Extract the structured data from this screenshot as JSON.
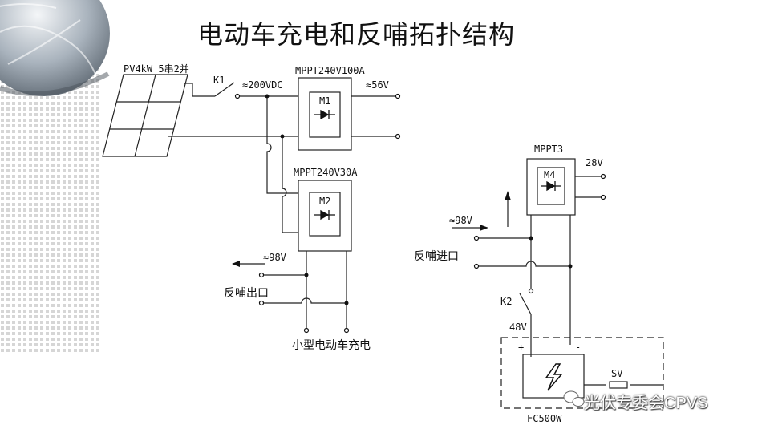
{
  "title": "电动车充电和反哺拓扑结构",
  "watermark": "光伏专委会CPVS",
  "labels": {
    "pv": "PV4kW 5串2并",
    "k1": "K1",
    "v200": "≈200VDC",
    "mppt1": "MPPT240V100A",
    "v56": "≈56V",
    "m1": "M1",
    "mppt2": "MPPT240V30A",
    "m2": "M2",
    "v98_left": "≈98V",
    "outlet": "反哺出口",
    "small_ev": "小型电动车充电",
    "mppt3": "MPPT3",
    "v28": "28V",
    "m4": "M4",
    "v98_right": "≈98V",
    "inlet": "反哺进口",
    "k2": "K2",
    "v48": "48V",
    "plus": "+",
    "minus": "-",
    "sv": "SV",
    "fc": "FC500W"
  }
}
